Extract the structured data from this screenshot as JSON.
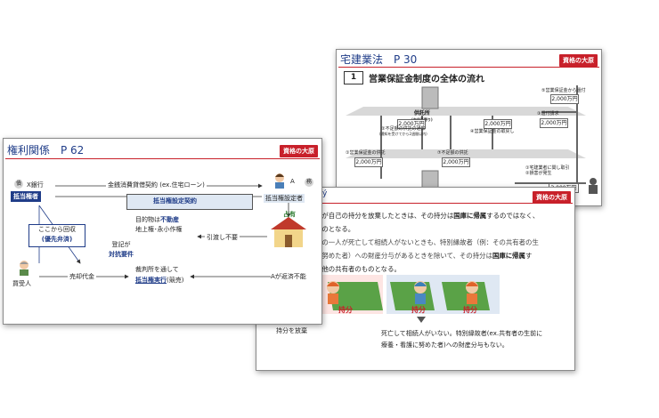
{
  "slide_takken": {
    "title": "宅建業法　P 30",
    "brand": "資格の大原",
    "section_num": "1",
    "section_title": "営業保証金制度の全体の流れ",
    "depository_label": "供託所",
    "depository_sub": "(本店最寄り)",
    "flow1": "①営業保証金の供託",
    "flow1_amt": "2,000万円",
    "flow2a": "②不足額の供託の通知",
    "flow2b": "(通知を受けてから2週間以内)",
    "flow2_amt": "2,000万円",
    "flow4": "④営業保証金の取戻し",
    "flow4_amt": "2,000万円",
    "flow7": "⑦不足額の供託",
    "flow7_amt": "2,000万円",
    "flow5": "⑤営業保証金から還付",
    "flow5_amt": "2,000万円",
    "flow3": "③還付請求",
    "flow3_amt": "2,000万円",
    "flow6a": "①宅建業者に関し取引",
    "flow6b": "②損害が発生",
    "flow6_amt": "3,000万円"
  },
  "slide_kyoyu": {
    "brand": "資格の大原",
    "left_mark": "ý",
    "line1_pre": "人が自己の持分を放棄したときは、その持分は",
    "line1_em": "国庫に帰属",
    "line1_post": "するのではなく、",
    "line2": "ものとなる。",
    "line3": "者の一人が死亡して相続人がないときも、特別縁故者（例：その共有者の生",
    "line4": "に努めた者）への財産分与があるときを除いて、その持分は",
    "line4_em": "国庫に帰属",
    "line4_post": "す",
    "line5": "、他の共有者のものとなる。",
    "share_left": "持分",
    "share_right": "持分",
    "caption_left": "持分を放棄",
    "caption_right1": "死亡して相続人がいない。特別縁故者(ex.共有者の生前に",
    "caption_right2": "療養・看護に努めた者)への財産分与もない。"
  },
  "slide_kenri": {
    "title": "権利関係　P 62",
    "brand": "資格の大原",
    "bank_label": "X銀行",
    "bank_badge": "債",
    "mortgagee_label": "抵当権者",
    "loan_contract": "金銭消費貸借契約 (ex.住宅ローン)",
    "debtor_mark": "務",
    "debtor_label": "A",
    "mortgagor_label": "抵当権設定者",
    "mortgage_contract": "抵当権設定契約",
    "possession": "占有",
    "target_pre": "目的物は",
    "target_em": "不動産",
    "target_line2": "地上権･永小作権",
    "registration": "登記が",
    "opposability": "対抗要件",
    "no_delivery": "引渡し不要",
    "priority_box1": "ここから回収",
    "priority_box2": "(優先弁済)",
    "buyer_label": "買受人",
    "sale_price": "売却代金",
    "court_line1": "裁判所を通して",
    "court_line2": "抵当権実行",
    "court_line2_post": "(競売)",
    "default_label": "Aが返済不能"
  }
}
